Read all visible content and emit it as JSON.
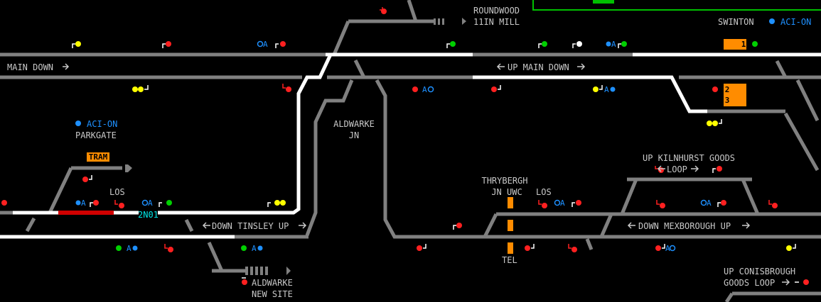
{
  "locations": {
    "roundwood": "ROUNDWOOD",
    "mill": "11IN MILL",
    "swinton": "SWINTON",
    "aci_on_1": "ACI-ON",
    "aci_on_2": "ACI-ON",
    "parkgate": "PARKGATE",
    "aldwarke_jn_1": "ALDWARKE",
    "aldwarke_jn_2": "JN",
    "thrybergh_1": "THRYBERGH",
    "thrybergh_2": "JN UWC",
    "los_1": "LOS",
    "los_2": "LOS",
    "tel": "TEL",
    "aldwarke_new_1": "ALDWARKE",
    "aldwarke_new_2": "NEW SITE",
    "up_kilnhurst_1": "UP KILNHURST GOODS",
    "up_kilnhurst_2": "LOOP",
    "up_conisbrough_1": "UP CONISBROUGH",
    "up_conisbrough_2": "GOODS LOOP"
  },
  "lines": {
    "main_down": "MAIN DOWN",
    "up_main_down": "UP MAIN DOWN",
    "down_tinsley_up": "DOWN TINSLEY UP",
    "down_mexborough_up": "DOWN MEXBOROUGH UP"
  },
  "berths": {
    "tram": "TRAM",
    "b1": "1",
    "b2": "2",
    "b3": "3",
    "train_2n01": "2N01"
  },
  "auto_labels": {
    "a": "A"
  },
  "colors": {
    "background": "#000000",
    "track": "#808080",
    "route_set": "#ffffff",
    "occupied": "#d00000",
    "berth": "#ff8c00",
    "aci": "#1e90ff",
    "signal_red": "#ff2020",
    "signal_yellow": "#ffff00",
    "signal_green": "#00d000",
    "loop_frame": "#00c000"
  }
}
